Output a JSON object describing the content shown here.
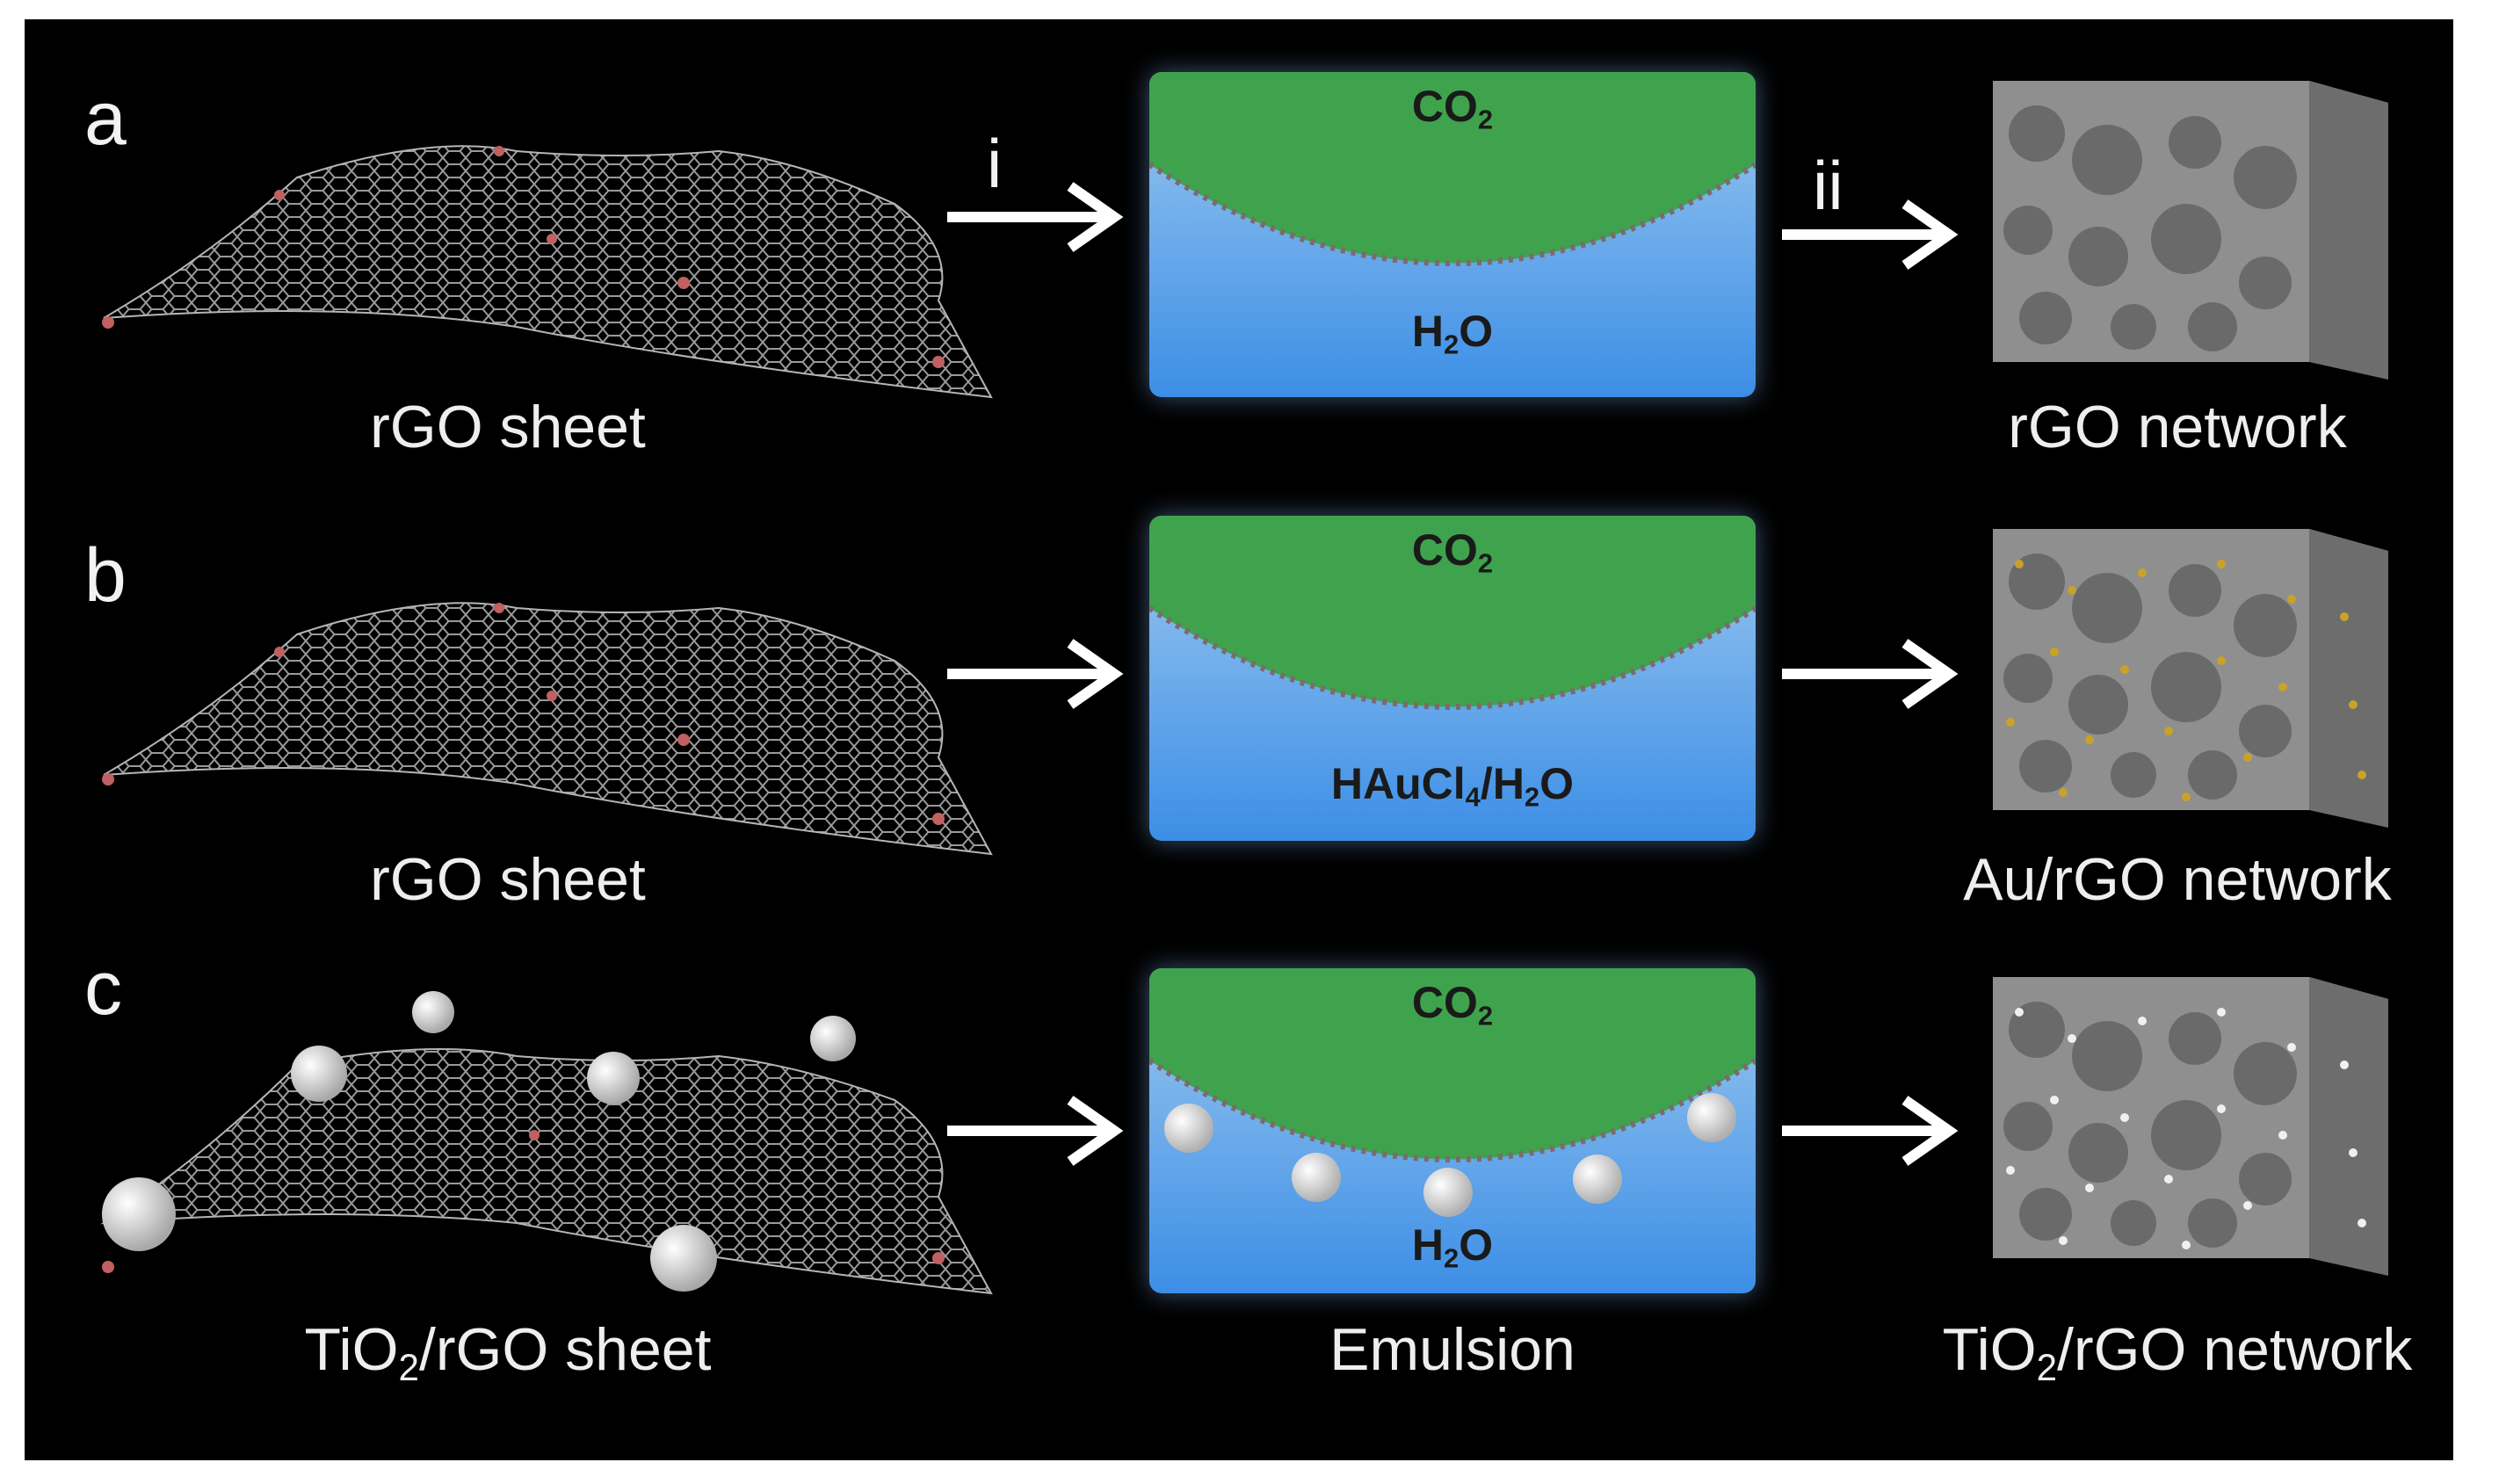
{
  "rows": [
    {
      "letter": "a",
      "left_label": "rGO sheet",
      "arrow1_label": "i",
      "top_phase": "CO2",
      "bottom_phase_prefix": "H",
      "bottom_phase_sub": "2",
      "bottom_phase_suffix": "O",
      "arrow2_label": "ii",
      "right_label": "rGO network"
    },
    {
      "letter": "b",
      "left_label": "rGO sheet",
      "top_phase": "CO2",
      "bottom_phase": "HAuCl4/H2O",
      "right_label": "Au/rGO network"
    },
    {
      "letter": "c",
      "left_label_prefix": "TiO",
      "left_label_sub": "2",
      "left_label_suffix": "/rGO sheet",
      "center_label": "Emulsion",
      "top_phase": "CO2",
      "bottom_phase_prefix": "H",
      "bottom_phase_sub": "2",
      "bottom_phase_suffix": "O",
      "right_label_prefix": "TiO",
      "right_label_sub": "2",
      "right_label_suffix": "/rGO network"
    }
  ],
  "colors": {
    "background": "#000000",
    "co2_phase": "#3fa34d",
    "water_phase": "#4a9bea",
    "foam_gray": "#8c8c8c",
    "gold_particles": "#c9a227",
    "tio2_particles": "#f0f0f0"
  }
}
